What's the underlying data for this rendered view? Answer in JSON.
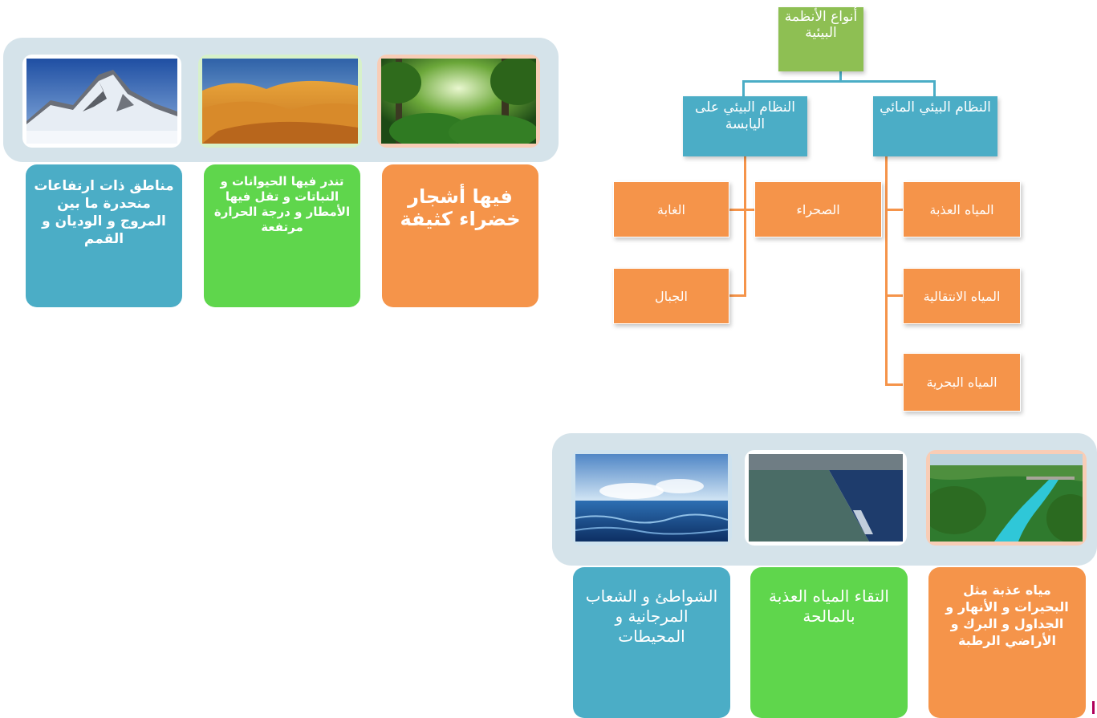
{
  "chart": {
    "root": "أنواع الأنظمة البيئية",
    "branches": {
      "aquatic": {
        "label": "النظام البيئي المائي",
        "items": [
          "المياه العذبة",
          "المياه الانتقالية",
          "المياه البحرية"
        ]
      },
      "land": {
        "label": "النظام البيئي على اليابسة",
        "items": [
          "الصحراء",
          "الغابة",
          "الجبال"
        ]
      }
    }
  },
  "land_panel": {
    "photos": [
      {
        "icon": "forest-photo"
      },
      {
        "icon": "desert-photo"
      },
      {
        "icon": "mountain-photo"
      }
    ],
    "captions": {
      "forest": "فيها أشجار خضراء كثيفة",
      "desert": "تندر فيها الحيوانات و النباتات و تقل فيها الأمطار و درجة الحرارة مرتفعة",
      "mountain": "مناطق ذات ارتفاعات منحدرة ما بين المروج و الوديان و القمم"
    }
  },
  "water_panel": {
    "photos": [
      {
        "icon": "river-photo"
      },
      {
        "icon": "water-meeting-photo"
      },
      {
        "icon": "ocean-photo"
      }
    ],
    "captions": {
      "fresh": "مياه عذبة مثل البحيرات و الأنهار و الجداول و البرك و الأراضي الرطبة",
      "transitional": "التقاء المياه العذبة بالمالحة",
      "marine": "الشواطئ و الشعاب المرجانية و المحيطات"
    }
  },
  "colors": {
    "root": "#8ebf53",
    "branch": "#4badc6",
    "leaf": "#f5944a",
    "green_caption": "#5fd64c",
    "panel": "#d5e3ea"
  }
}
